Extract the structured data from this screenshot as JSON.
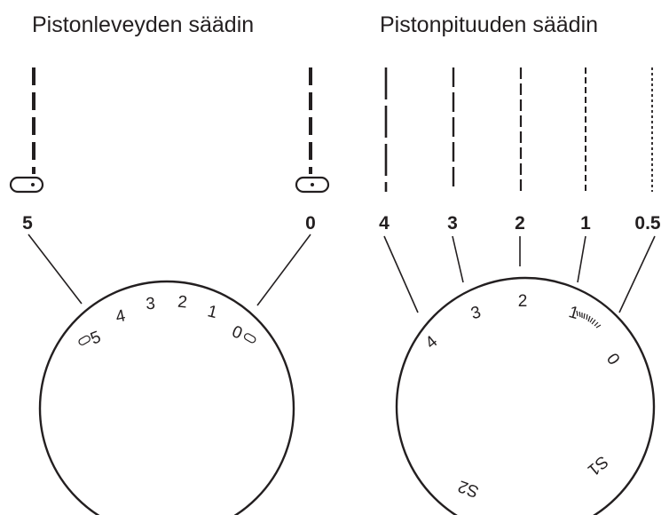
{
  "width_regulator": {
    "title": "Pistonleveyden säädin",
    "labels": [
      "5",
      "0"
    ],
    "dial_numbers": [
      "5",
      "4",
      "3",
      "2",
      "1",
      "0"
    ]
  },
  "length_regulator": {
    "title": "Pistonpituuden säädin",
    "labels": [
      "4",
      "3",
      "2",
      "1",
      "0.5"
    ],
    "dial_marks": [
      "4",
      "3",
      "2",
      "1",
      "0",
      "S1",
      "S2"
    ]
  }
}
